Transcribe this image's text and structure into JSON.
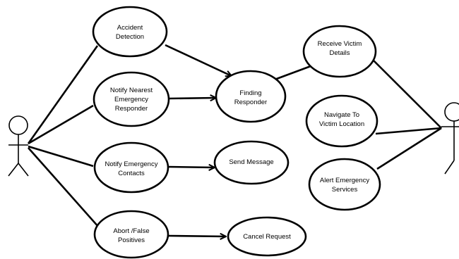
{
  "use_cases": {
    "accident_detection": [
      "Accident",
      "Detection"
    ],
    "notify_responder": [
      "Notify Nearest",
      "Emergency",
      "Responder"
    ],
    "notify_contacts": [
      "Notify Emergency",
      "Contacts"
    ],
    "abort": [
      "Abort /False",
      "Positives"
    ],
    "finding_responder": [
      "Finding",
      "Responder"
    ],
    "send_message": [
      "Send Message"
    ],
    "cancel_request": [
      "Cancel Request"
    ],
    "receive_details": [
      "Receive Victim",
      "Details"
    ],
    "navigate": [
      "Navigate To",
      "Victim Location"
    ],
    "alert_services": [
      "Alert Emergency",
      "Services"
    ]
  },
  "colors": {
    "stroke": "#000000",
    "background": "#ffffff"
  }
}
